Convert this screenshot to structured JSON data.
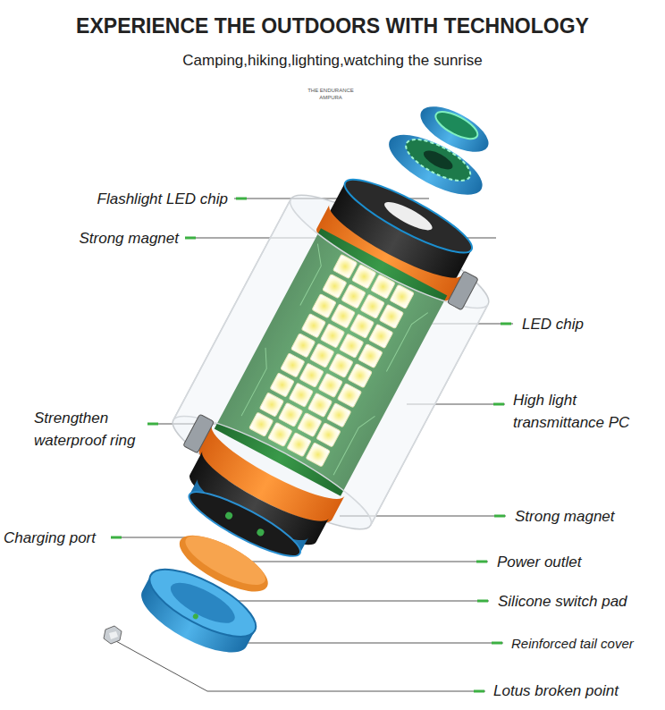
{
  "diagram": {
    "title": "EXPERIENCE THE OUTDOORS WITH TECHNOLOGY",
    "labels": [
      "Camping,hiking,lighting,watching the sunrise",
      "THE ENDURANCE AMPURA",
      "Flashlight LED chip",
      "Strong magnet",
      "LED chip",
      "High light transmittance PC",
      "Strengthen waterproof ring",
      "Strong magnet",
      "Charging port",
      "Power outlet",
      "Silicone switch pad",
      "Reinforced tail cover",
      "Lotus broken point"
    ]
  }
}
